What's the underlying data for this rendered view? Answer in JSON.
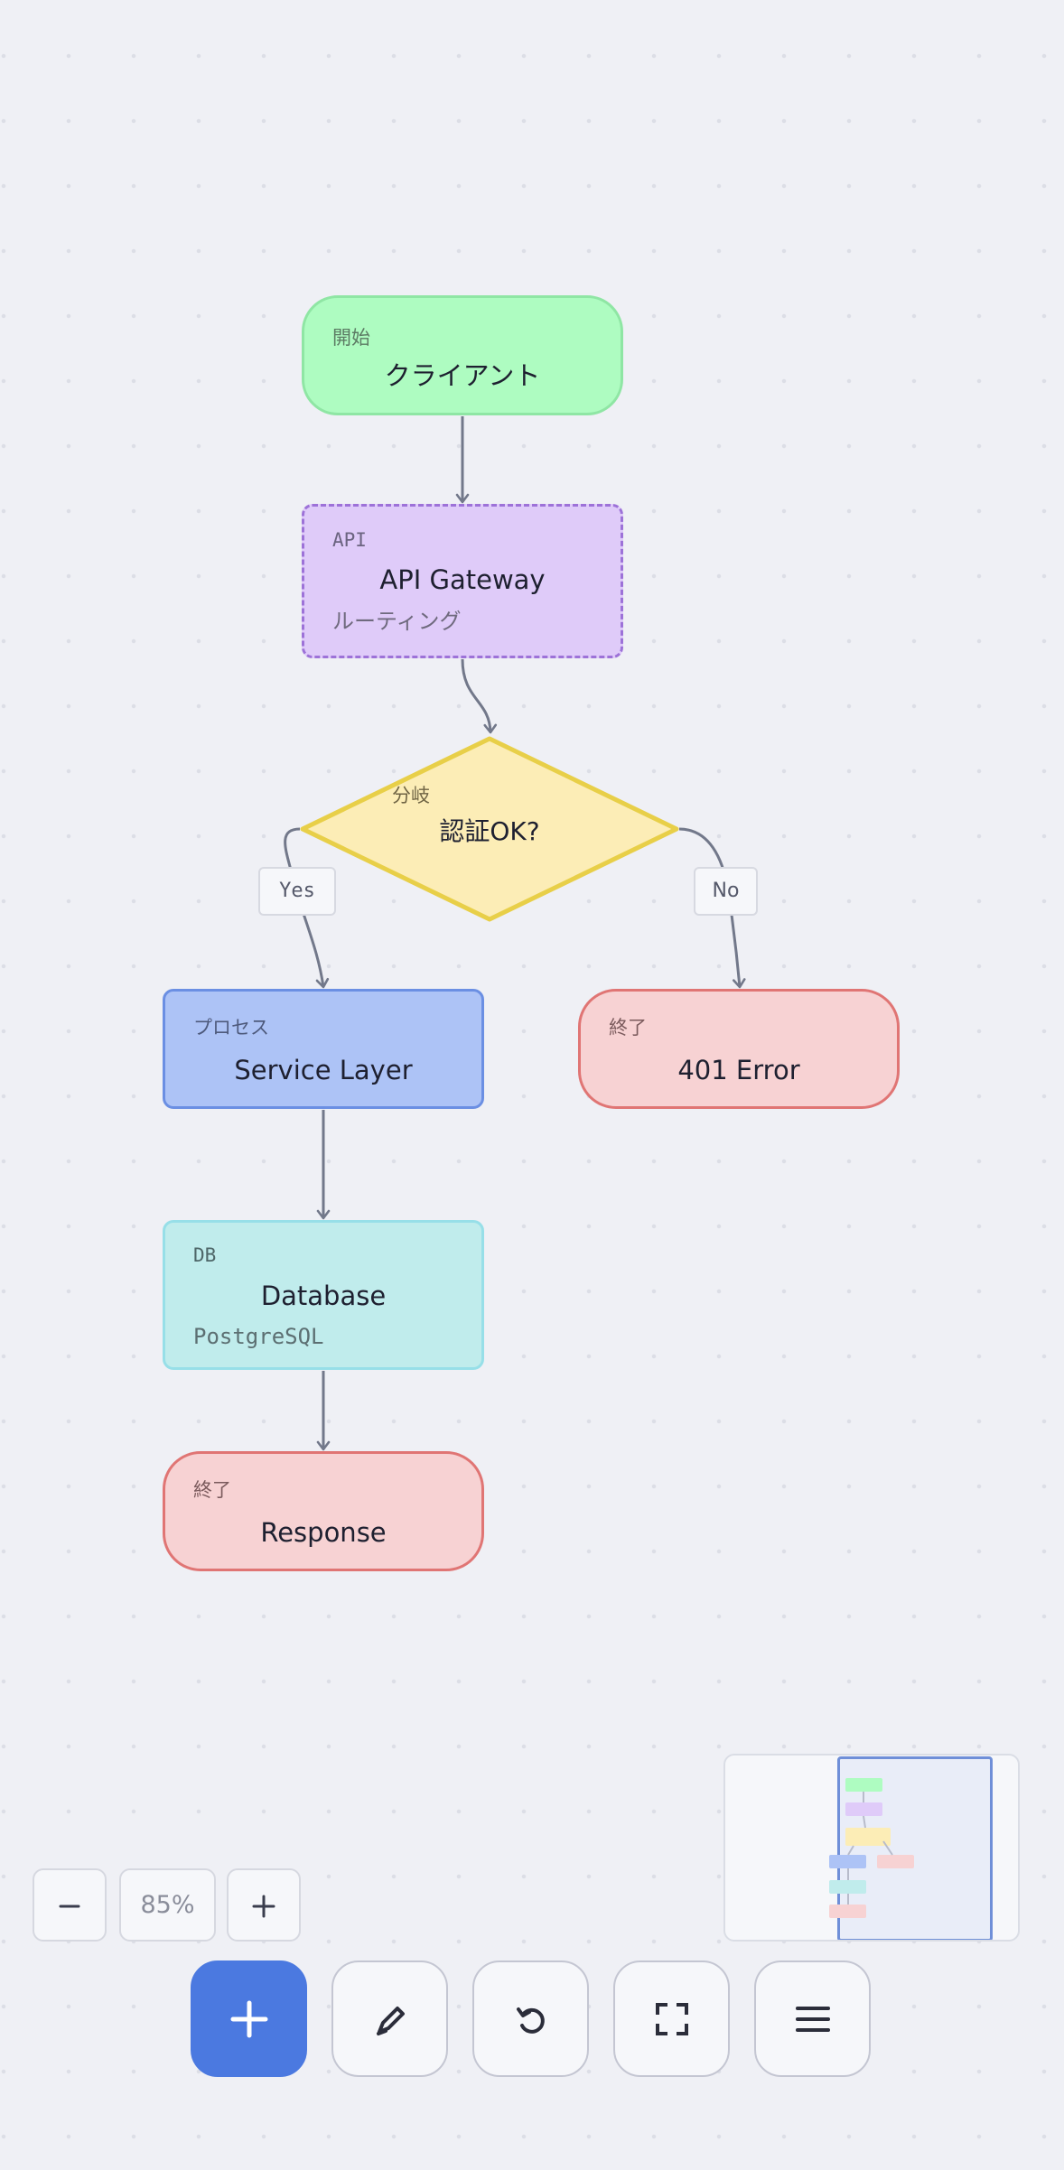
{
  "nodes": {
    "start": {
      "tag": "開始",
      "title": "クライアント"
    },
    "api": {
      "tag": "API",
      "title": "API Gateway",
      "subtitle": "ルーティング"
    },
    "decision": {
      "tag": "分岐",
      "title": "認証OK?"
    },
    "service": {
      "tag": "プロセス",
      "title": "Service Layer"
    },
    "error": {
      "tag": "終了",
      "title": "401 Error"
    },
    "db": {
      "tag": "DB",
      "title": "Database",
      "subtitle": "PostgreSQL"
    },
    "response": {
      "tag": "終了",
      "title": "Response"
    }
  },
  "edges": [
    {
      "from": "start",
      "to": "api"
    },
    {
      "from": "api",
      "to": "decision"
    },
    {
      "from": "decision",
      "to": "service",
      "label": "Yes"
    },
    {
      "from": "decision",
      "to": "error",
      "label": "No"
    },
    {
      "from": "service",
      "to": "db"
    },
    {
      "from": "db",
      "to": "response"
    }
  ],
  "edge_labels": {
    "yes": "Yes",
    "no": "No"
  },
  "zoom": {
    "out_label": "–",
    "level": "85%",
    "in_label": "+"
  },
  "toolbar": [
    {
      "name": "add",
      "icon": "plus-icon"
    },
    {
      "name": "pen",
      "icon": "pen-icon"
    },
    {
      "name": "undo",
      "icon": "undo-icon"
    },
    {
      "name": "fullscreen",
      "icon": "fullscreen-icon"
    },
    {
      "name": "menu",
      "icon": "menu-icon"
    }
  ],
  "colors": {
    "background": "#eff0f5",
    "accent": "#4b79e0",
    "edge": "#72788a",
    "start": "#aefcc1",
    "api": "#dfcbf9",
    "decision": "#fcedb6",
    "service": "#adc3f6",
    "terminal": "#f7d2d3",
    "db": "#c0ecec"
  }
}
